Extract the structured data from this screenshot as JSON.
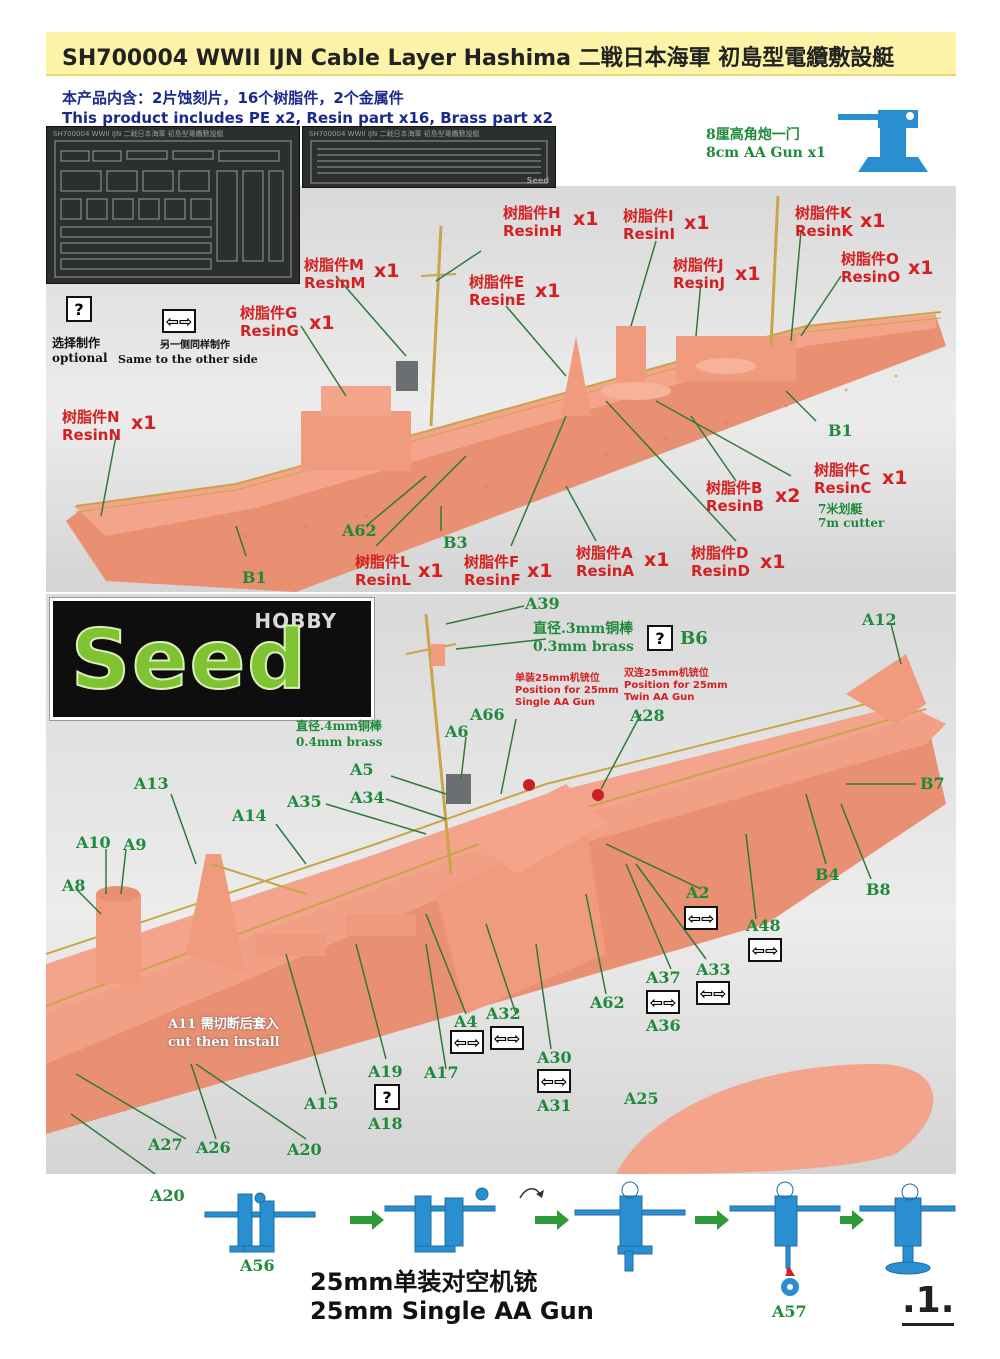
{
  "header": {
    "title": "SH700004 WWII IJN Cable Layer Hashima 二戦日本海軍 初島型電纜敷設艇"
  },
  "intro": {
    "line_cn": "本产品内含：2片蚀刻片，16个树脂件，2个金属件",
    "line_en": "This product includes PE x2, Resin part x16, Brass part x2"
  },
  "pe_sheets": {
    "sheet1_label": "SH700004 WWII IJN 二戦日本海軍 初島型電纜敷設艇",
    "sheet2_label": "SH700004 WWII IJN 二戦日本海軍 初島型電纜敷設艇",
    "brand": "Seed"
  },
  "aa_gun": {
    "cn": "8厘高角炮一门",
    "en": "8cm AA Gun x1"
  },
  "legend": {
    "optional_symbol": "?",
    "optional_cn": "选择制作",
    "optional_en": "optional",
    "same_side_symbol": "⇦⇨",
    "same_side_cn": "另一侧同样制作",
    "same_side_en": "Same to the other side"
  },
  "resin_parts": [
    {
      "cn": "树脂件H",
      "en": "ResinH",
      "qty": "x1"
    },
    {
      "cn": "树脂件I",
      "en": "ResinI",
      "qty": "x1"
    },
    {
      "cn": "树脂件K",
      "en": "ResinK",
      "qty": "x1"
    },
    {
      "cn": "树脂件M",
      "en": "ResinM",
      "qty": "x1"
    },
    {
      "cn": "树脂件J",
      "en": "ResinJ",
      "qty": "x1"
    },
    {
      "cn": "树脂件O",
      "en": "ResinO",
      "qty": "x1"
    },
    {
      "cn": "树脂件E",
      "en": "ResinE",
      "qty": "x1"
    },
    {
      "cn": "树脂件G",
      "en": "ResinG",
      "qty": "x1"
    },
    {
      "cn": "树脂件N",
      "en": "ResinN",
      "qty": "x1"
    },
    {
      "cn": "树脂件C",
      "en": "ResinC",
      "qty": "x1"
    },
    {
      "cn": "树脂件B",
      "en": "ResinB",
      "qty": "x2"
    },
    {
      "cn": "树脂件L",
      "en": "ResinL",
      "qty": "x1"
    },
    {
      "cn": "树脂件F",
      "en": "ResinF",
      "qty": "x1"
    },
    {
      "cn": "树脂件A",
      "en": "ResinA",
      "qty": "x1"
    },
    {
      "cn": "树脂件D",
      "en": "ResinD",
      "qty": "x1"
    }
  ],
  "cutter": {
    "cn": "7米划艇",
    "en": "7m cutter"
  },
  "top_pe_labels": {
    "b1a": "B1",
    "b1b": "B1",
    "b3": "B3",
    "a62": "A62"
  },
  "logo": {
    "hobby": "HOBBY",
    "seed": "Seed"
  },
  "bottom_notes": {
    "brass03_cn": "直径.3mm铜棒",
    "brass03_en": "0.3mm brass",
    "brass04_cn": "直径.4mm铜棒",
    "brass04_en": "0.4mm brass",
    "single_cn": "单装25mm机铳位",
    "single_en1": "Position for 25mm",
    "single_en2": "Single AA Gun",
    "twin_cn": "双连25mm机铳位",
    "twin_en1": "Position for 25mm",
    "twin_en2": "Twin AA Gun",
    "a11_cn": "A11 需切断后套入",
    "a11_en": "cut then install"
  },
  "pe_labels": {
    "a39": "A39",
    "b6": "B6",
    "a12": "A12",
    "a66": "A66",
    "a28": "A28",
    "a6": "A6",
    "a5": "A5",
    "a34": "A34",
    "a35": "A35",
    "a13": "A13",
    "a14": "A14",
    "b7": "B7",
    "a10": "A10",
    "a9": "A9",
    "a8": "A8",
    "b4": "B4",
    "b8": "B8",
    "a2": "A2",
    "a48": "A48",
    "a37": "A37",
    "a33": "A33",
    "a62": "A62",
    "a36": "A36",
    "a4": "A4",
    "a32": "A32",
    "a30": "A30",
    "a31": "A31",
    "a19": "A19",
    "a17": "A17",
    "a18": "A18",
    "a15": "A15",
    "a25": "A25",
    "a27": "A27",
    "a26": "A26",
    "a20a": "A20",
    "a20b": "A20",
    "a56": "A56",
    "a57": "A57"
  },
  "gun_assembly": {
    "cn": "25mm单装对空机铳",
    "en": "25mm Single AA Gun"
  },
  "page_number": ".1.",
  "colors": {
    "resin": "#f4a48a",
    "pe_brass": "#c9a54a",
    "red_label": "#d42020",
    "green_label": "#1f8a3a",
    "diagram_blue": "#2a8fd0",
    "arrow_green": "#2e9a3a",
    "title_bg": "#fdf3a6"
  }
}
